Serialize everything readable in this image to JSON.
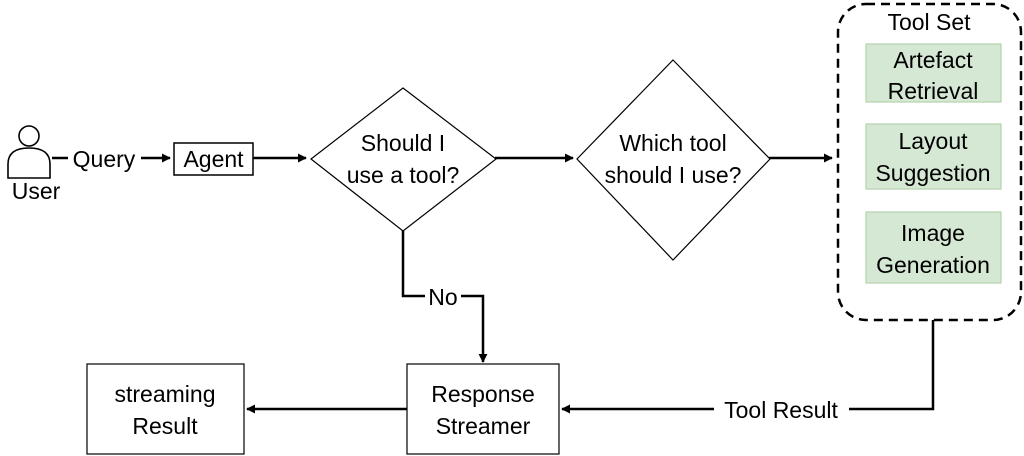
{
  "nodes": {
    "user": {
      "label": "User"
    },
    "agent": {
      "label": "Agent"
    },
    "decision_tool": {
      "line1": "Should I",
      "line2": "use a tool?"
    },
    "decision_which": {
      "line1": "Which tool",
      "line2": "should I use?"
    },
    "tool_set": {
      "title": "Tool Set",
      "tools": [
        {
          "line1": "Artefact",
          "line2": "Retrieval"
        },
        {
          "line1": "Layout",
          "line2": "Suggestion"
        },
        {
          "line1": "Image",
          "line2": "Generation"
        }
      ]
    },
    "response_streamer": {
      "line1": "Response",
      "line2": "Streamer"
    },
    "streaming_result": {
      "line1": "streaming",
      "line2": "Result"
    }
  },
  "edges": {
    "query": "Query",
    "no": "No",
    "tool_result": "Tool Result"
  },
  "colors": {
    "tool_fill": "#d5e8d4",
    "tool_stroke": "#b5d3ad",
    "line": "#000000"
  }
}
